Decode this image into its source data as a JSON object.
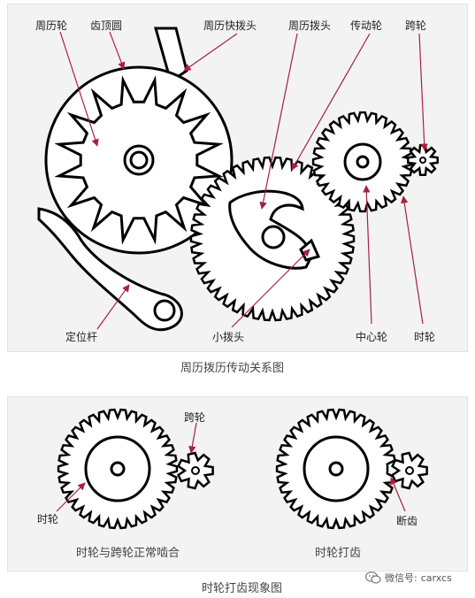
{
  "top_diagram": {
    "labels": {
      "calendar_wheel": "周历轮",
      "tooth_tip_circle": "齿顶圆",
      "calendar_fast_pusher": "周历快拨头",
      "calendar_pusher": "周历拨头",
      "transmission_wheel": "传动轮",
      "bridge_wheel": "跨轮",
      "positioning_lever": "定位杆",
      "small_pusher": "小拨头",
      "center_wheel": "中心轮",
      "hour_wheel": "时轮"
    },
    "caption": "周历拨历传动关系图"
  },
  "bottom_diagram": {
    "labels": {
      "bridge_wheel": "跨轮",
      "hour_wheel": "时轮",
      "broken_tooth": "断齿"
    },
    "caption_left": "时轮与跨轮正常啮合",
    "caption_right": "时轮打齿",
    "caption": "时轮打齿现象图"
  },
  "watermark": {
    "prefix": "微信号:",
    "account": "carxcs",
    "icon": "wechat-icon"
  },
  "colors": {
    "line": "#000000",
    "arrow": "#a8203c",
    "panel": "#f3f3f3"
  }
}
